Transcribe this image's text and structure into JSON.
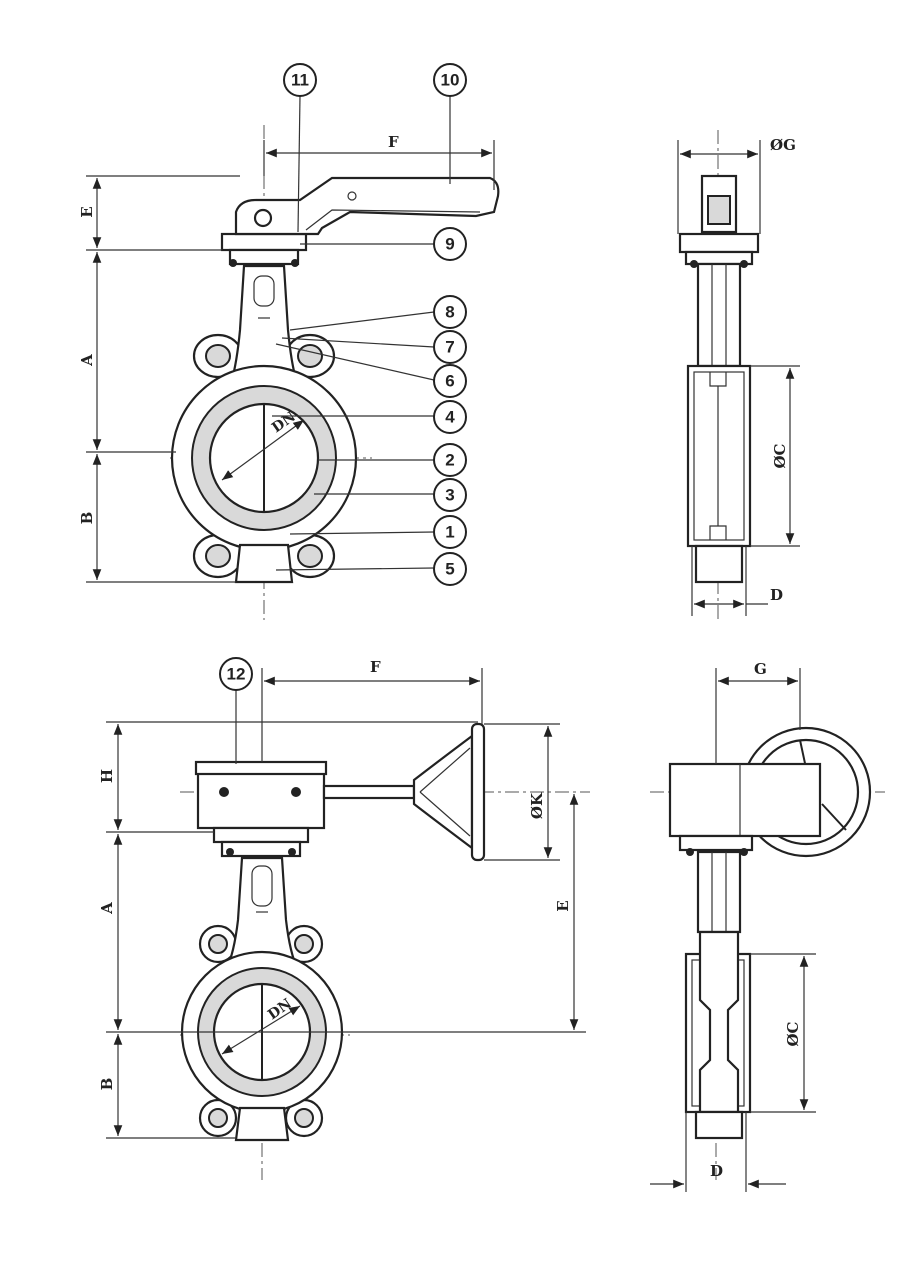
{
  "callouts": {
    "c1": "1",
    "c2": "2",
    "c3": "3",
    "c4": "4",
    "c5": "5",
    "c6": "6",
    "c7": "7",
    "c8": "8",
    "c9": "9",
    "c10": "10",
    "c11": "11",
    "c12": "12"
  },
  "dims": {
    "A": "A",
    "B": "B",
    "D": "D",
    "E": "E",
    "F": "F",
    "G": "G",
    "H": "H",
    "OC": "ØC",
    "OG": "ØG",
    "OK": "ØK",
    "DN": "DN"
  }
}
